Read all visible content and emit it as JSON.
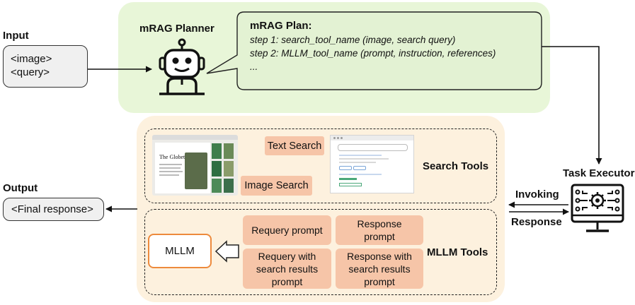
{
  "input": {
    "title": "Input",
    "lines": [
      "<image>",
      "<query>"
    ]
  },
  "planner": {
    "title": "mRAG Planner"
  },
  "plan": {
    "title": "mRAG Plan:",
    "steps": [
      "step 1: search_tool_name (image, search query)",
      "step 2: MLLM_tool_name (prompt, instruction, references)",
      "..."
    ]
  },
  "output": {
    "title": "Output",
    "text": "<Final response>"
  },
  "search_tools": {
    "label": "Search Tools",
    "text_search": "Text Search",
    "image_search": "Image Search",
    "thumb_title": "The Globetrotter"
  },
  "mllm_tools": {
    "label": "MLLM Tools",
    "mllm": "MLLM",
    "prompts": [
      "Requery prompt",
      "Response prompt",
      "Requery with search results prompt",
      "Response with search results prompt"
    ]
  },
  "executor": {
    "title": "Task Executor",
    "invoking": "Invoking",
    "response": "Response"
  },
  "colors": {
    "planner_bg": "#e8f6d8",
    "tools_bg": "#fdf1de",
    "prompt_bg": "#f6c5a8",
    "mllm_border": "#ed8a3c"
  }
}
